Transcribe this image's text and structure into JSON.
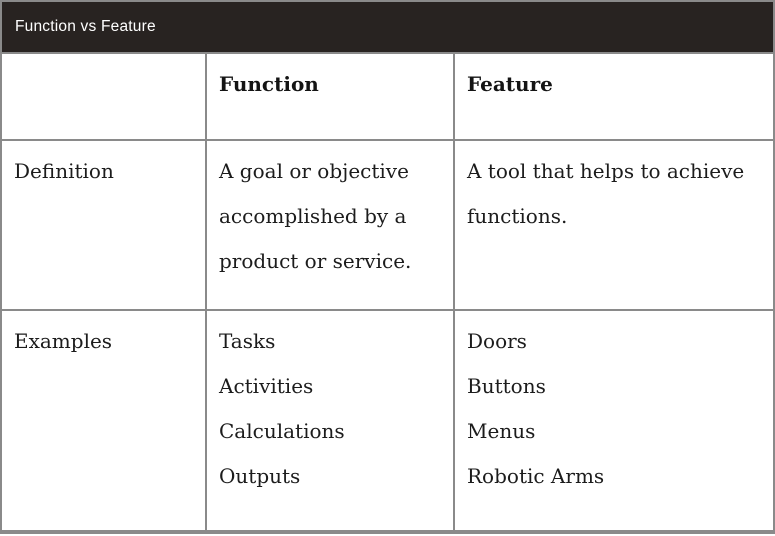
{
  "title_bar": {
    "title": "Function vs Feature"
  },
  "colors": {
    "title_bar_bg": "#282321",
    "title_text": "#FFFFFF",
    "border_gray": "#8A8A8A",
    "body_text": "#1C1C1C",
    "background": "#FFFFFF"
  },
  "table": {
    "header_row": {
      "col1": "",
      "col2": "Function",
      "col3": "Feature"
    },
    "definition_row": {
      "label": "Definition",
      "function_text": "A goal or objective accomplished by a product or service.",
      "feature_text": "A tool that helps to achieve functions."
    },
    "examples_row": {
      "label": "Examples",
      "function_items": [
        "Tasks",
        "Activities",
        "Calculations",
        "Outputs"
      ],
      "feature_items": [
        "Doors",
        "Buttons",
        "Menus",
        "Robotic Arms"
      ]
    }
  }
}
